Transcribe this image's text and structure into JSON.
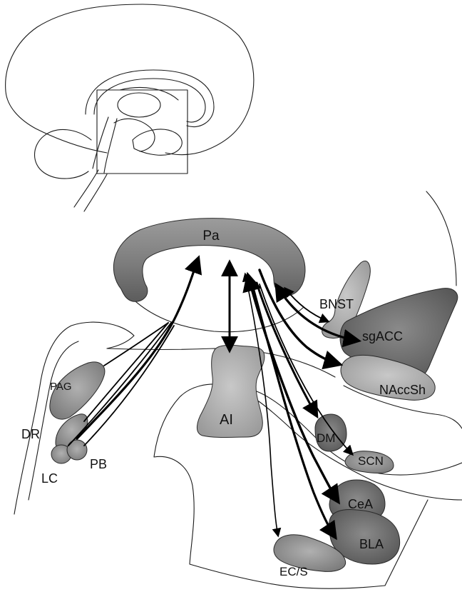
{
  "labels": {
    "pa": "Pa",
    "bnst": "BNST",
    "sgacc": "sgACC",
    "naccsh": "NAccSh",
    "pag": "PAG",
    "dr": "DR",
    "lc": "LC",
    "pb": "PB",
    "ai": "AI",
    "dm": "DM",
    "scn": "SCN",
    "cea": "CeA",
    "bla": "BLA",
    "ecs": "EC/S"
  }
}
